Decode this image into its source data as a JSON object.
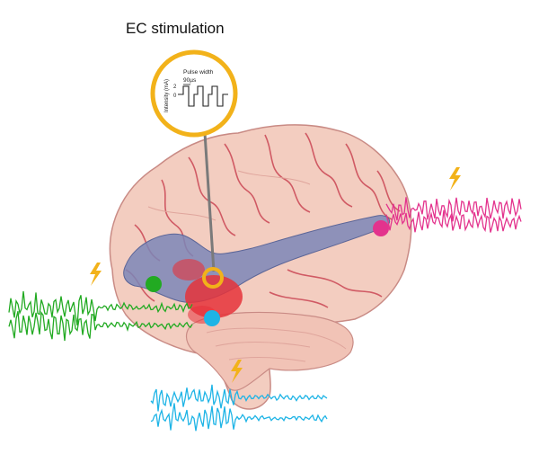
{
  "title": "EC stimulation",
  "inset": {
    "pulse_label": "Pulse width",
    "pulse_value": "90µs",
    "y_label": "Intensity (mA)",
    "y_tick_top": "2",
    "y_tick_bottom": "0",
    "ring_color": "#f2b21a"
  },
  "colors": {
    "brain": "#f3cdc0",
    "brain_edge": "#c98b85",
    "gyri_line": "#d05a64",
    "vessel": "#7b86b7",
    "lesion": "#e5323a",
    "green": "#22aa22",
    "cyan": "#1eb4e6",
    "magenta": "#e3338d",
    "bolt": "#f2b21a"
  },
  "electrodes": [
    {
      "name": "green",
      "color": "#22aa22"
    },
    {
      "name": "cyan",
      "color": "#1eb4e6"
    },
    {
      "name": "magenta",
      "color": "#e3338d"
    },
    {
      "name": "stim-site",
      "color": "#f2b21a"
    }
  ]
}
